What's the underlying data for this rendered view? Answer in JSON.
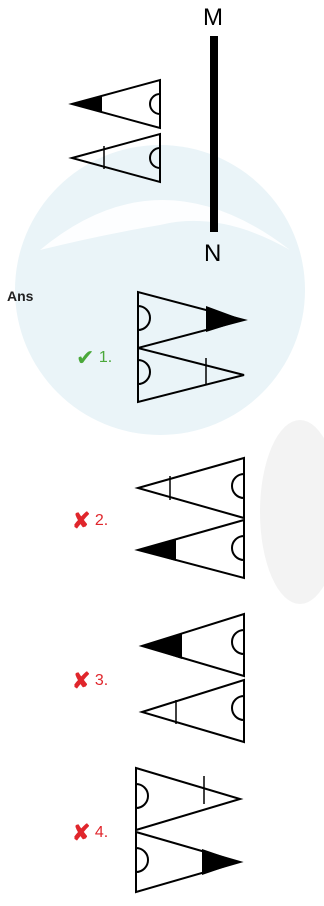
{
  "mirror": {
    "top_label": "M",
    "bottom_label": "N"
  },
  "answer_label": "Ans",
  "options": [
    {
      "number": "1.",
      "status": "correct",
      "mark": "check-icon"
    },
    {
      "number": "2.",
      "status": "incorrect",
      "mark": "cross-icon"
    },
    {
      "number": "3.",
      "status": "incorrect",
      "mark": "cross-icon"
    },
    {
      "number": "4.",
      "status": "incorrect",
      "mark": "cross-icon"
    }
  ],
  "colors": {
    "correct": "#4aa83a",
    "incorrect": "#e0262c",
    "watermark": "#eaf4f8"
  }
}
